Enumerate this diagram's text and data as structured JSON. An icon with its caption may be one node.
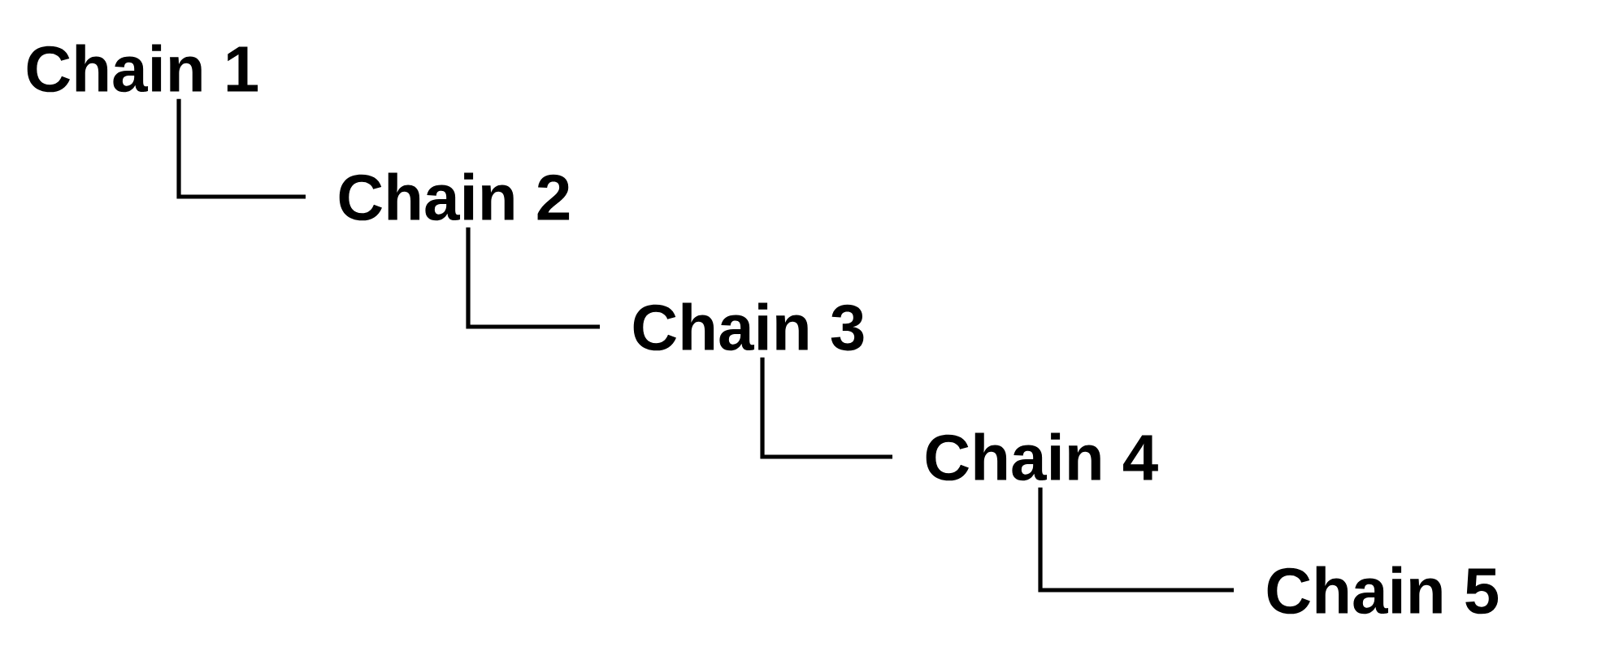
{
  "diagram": {
    "nodes": [
      {
        "text": [
          "Chain 1"
        ]
      },
      {
        "text": [
          "Chain 2"
        ]
      },
      {
        "text": [
          "Chain 3"
        ]
      },
      {
        "text": [
          "Chain 4"
        ]
      },
      {
        "text": [
          "Chain 5"
        ]
      }
    ],
    "edges": [
      {
        "from": 0,
        "to": 1,
        "arrow": "none"
      },
      {
        "from": 1,
        "to": 2,
        "arrow": "none"
      },
      {
        "from": 2,
        "to": 3,
        "arrow": "none"
      },
      {
        "from": 3,
        "to": 4,
        "arrow": "none"
      }
    ]
  }
}
